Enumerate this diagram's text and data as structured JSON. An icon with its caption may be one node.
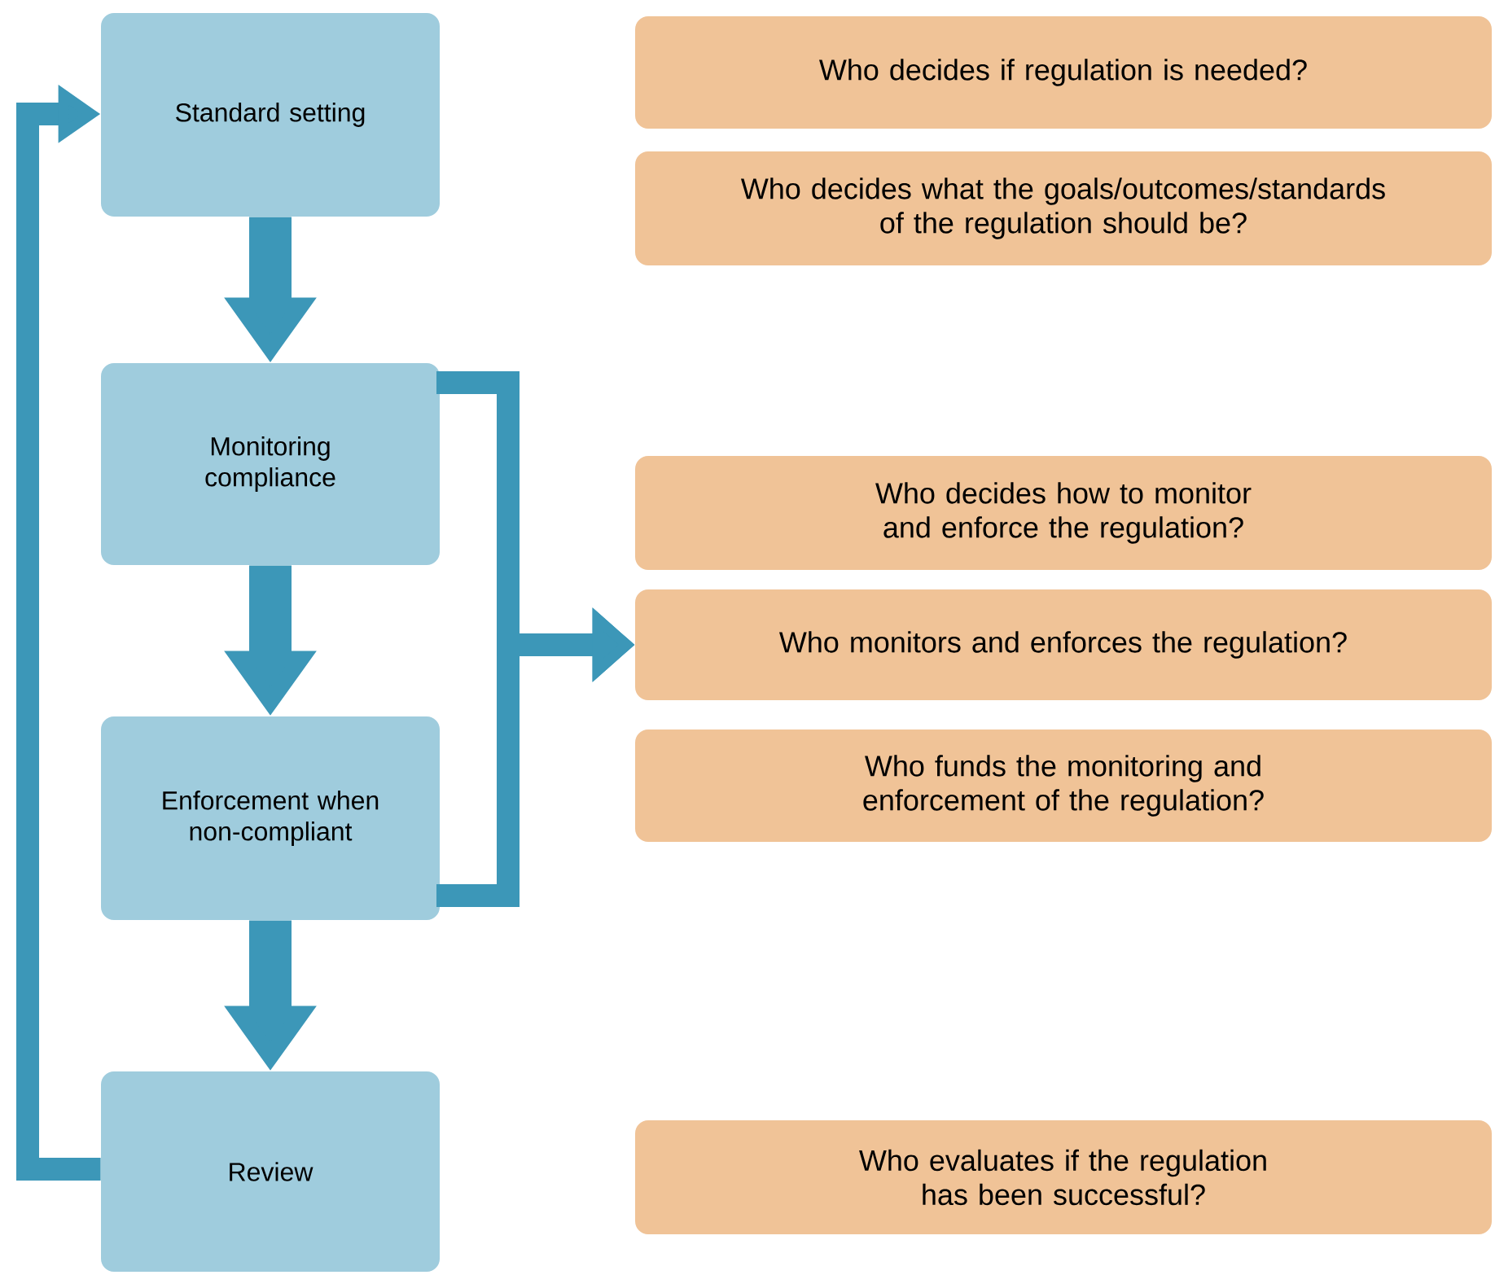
{
  "diagram": {
    "nodes": [
      {
        "text": [
          "Standard setting"
        ]
      },
      {
        "text": [
          "Monitoring compliance"
        ]
      },
      {
        "text": [
          "Enforcement when non-compliant"
        ]
      },
      {
        "text": [
          "Review"
        ]
      },
      {
        "text": [
          "Who decides if regulation is needed?"
        ]
      },
      {
        "text": [
          "Who decides what the goals/outcomes/standards of the regulation should be?"
        ]
      },
      {
        "text": [
          "Who decides how to monitor and enforce the regulation?"
        ]
      },
      {
        "text": [
          "Who monitors and enforces the regulation?"
        ]
      },
      {
        "text": [
          "Who funds the monitoring and enforcement of the regulation?"
        ]
      },
      {
        "text": [
          "Who evaluates if the regulation has been successful?"
        ]
      }
    ],
    "edges": [
      {
        "from": 0,
        "to": 1,
        "arrow": "to",
        "style": "thick"
      },
      {
        "from": 1,
        "to": 2,
        "arrow": "to",
        "style": "thick"
      },
      {
        "from": 2,
        "to": 3,
        "arrow": "to",
        "style": "thick"
      },
      {
        "from": 3,
        "to": 0,
        "arrow": "to"
      },
      {
        "from": 1,
        "to": 7,
        "arrow": "to"
      },
      {
        "from": 2,
        "to": 7,
        "arrow": "to"
      }
    ]
  }
}
